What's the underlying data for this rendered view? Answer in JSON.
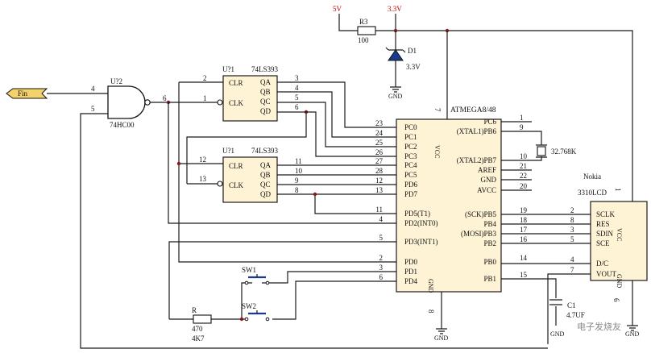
{
  "power": {
    "v5": "5V",
    "v33": "3.3V",
    "r3": "R3",
    "r3_val": "100",
    "d1": "D1",
    "d1_val": "3.3V",
    "gnd": "GND"
  },
  "input": {
    "fin": "Fin"
  },
  "nand": {
    "ref": "U?2",
    "part": "74HC00",
    "pin_a": "4",
    "pin_b": "5",
    "pin_y": "6"
  },
  "counter1": {
    "ref": "U?1",
    "part": "74LS393",
    "clr": "CLR",
    "clk": "CLK",
    "pin_clr": "2",
    "pin_clk": "1",
    "outputs": [
      "QA",
      "QB",
      "QC",
      "QD"
    ],
    "out_pins": [
      "3",
      "4",
      "5",
      "6"
    ]
  },
  "counter2": {
    "ref": "U?1",
    "part": "74LS393",
    "clr": "CLR",
    "clk": "CLK",
    "pin_clr": "12",
    "pin_clk": "13",
    "outputs": [
      "QA",
      "QB",
      "QC",
      "QD"
    ],
    "out_pins": [
      "11",
      "10",
      "9",
      "8"
    ]
  },
  "mcu": {
    "name": "ATMEGA8/48",
    "vcc": "VCC",
    "gnd": "GND",
    "vcc_pin": "7",
    "gnd_pin": "8",
    "left_pins": [
      {
        "num": "23",
        "name": "PC0"
      },
      {
        "num": "24",
        "name": "PC1"
      },
      {
        "num": "25",
        "name": "PC2"
      },
      {
        "num": "26",
        "name": "PC3"
      },
      {
        "num": "27",
        "name": "PC4"
      },
      {
        "num": "28",
        "name": "PC5"
      },
      {
        "num": "12",
        "name": "PD6"
      },
      {
        "num": "13",
        "name": "PD7"
      },
      {
        "num": "11",
        "name": "PD5(T1)"
      },
      {
        "num": "4",
        "name": "PD2(INT0)"
      },
      {
        "num": "5",
        "name": "PD3(INT1)"
      },
      {
        "num": "2",
        "name": "PD0"
      },
      {
        "num": "3",
        "name": "PD1"
      },
      {
        "num": "6",
        "name": "PD4"
      }
    ],
    "right_pins": [
      {
        "num": "1",
        "name": "PC6"
      },
      {
        "num": "9",
        "name": "(XTAL1)PB6"
      },
      {
        "num": "10",
        "name": "(XTAL2)PB7"
      },
      {
        "num": "21",
        "name": "AREF"
      },
      {
        "num": "22",
        "name": "GND"
      },
      {
        "num": "20",
        "name": "AVCC"
      },
      {
        "num": "19",
        "name": "(SCK)PB5"
      },
      {
        "num": "18",
        "name": "PB4"
      },
      {
        "num": "17",
        "name": "(MOSI)PB3"
      },
      {
        "num": "16",
        "name": "PB2"
      },
      {
        "num": "14",
        "name": "PB0"
      },
      {
        "num": "15",
        "name": "PB1"
      }
    ]
  },
  "crystal": {
    "value": "32.768K"
  },
  "lcd": {
    "title1": "Nokia",
    "title2": "3310LCD",
    "vcc": "VCC",
    "gnd": "GND",
    "vcc_pin": "1",
    "gnd_pin": "6",
    "pins": [
      {
        "num": "2",
        "name": "SCLK"
      },
      {
        "num": "8",
        "name": "RES"
      },
      {
        "num": "3",
        "name": "SDIN"
      },
      {
        "num": "5",
        "name": "SCE"
      },
      {
        "num": "4",
        "name": "D/C"
      },
      {
        "num": "7",
        "name": "VOUT"
      }
    ]
  },
  "cap": {
    "ref": "C1",
    "value": "4.7UF",
    "gnd": "GND"
  },
  "switches": {
    "sw1": "SW1",
    "sw2": "SW2"
  },
  "resistor_r": {
    "ref": "R",
    "val1": "470",
    "val2": "4K7"
  },
  "gnd_labels": {
    "mcu": "GND",
    "right": "GND"
  },
  "watermark": "电子发烧友"
}
